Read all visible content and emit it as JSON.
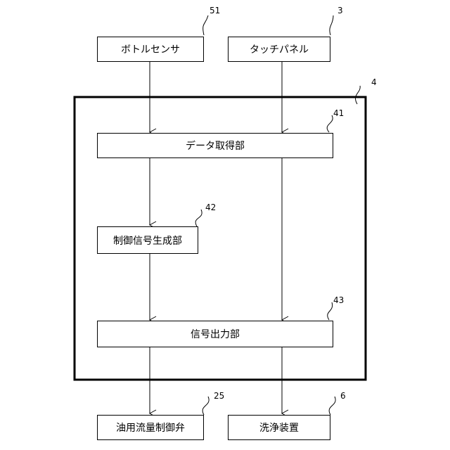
{
  "diagram": {
    "nodes": {
      "bottle_sensor": {
        "label": "ボトルセンサ",
        "ref": "51"
      },
      "touch_panel": {
        "label": "タッチパネル",
        "ref": "3"
      },
      "controller": {
        "ref": "4"
      },
      "data_acquisition": {
        "label": "データ取得部",
        "ref": "41"
      },
      "control_signal_gen": {
        "label": "制御信号生成部",
        "ref": "42"
      },
      "signal_output": {
        "label": "信号出力部",
        "ref": "43"
      },
      "oil_flow_valve": {
        "label": "油用流量制御弁",
        "ref": "25"
      },
      "cleaning_device": {
        "label": "洗浄装置",
        "ref": "6"
      }
    },
    "edges": [
      {
        "from": "bottle_sensor",
        "to": "data_acquisition"
      },
      {
        "from": "touch_panel",
        "to": "data_acquisition"
      },
      {
        "from": "data_acquisition",
        "to": "control_signal_gen"
      },
      {
        "from": "data_acquisition",
        "to": "signal_output"
      },
      {
        "from": "control_signal_gen",
        "to": "signal_output"
      },
      {
        "from": "signal_output",
        "to": "oil_flow_valve"
      },
      {
        "from": "signal_output",
        "to": "cleaning_device"
      }
    ]
  }
}
